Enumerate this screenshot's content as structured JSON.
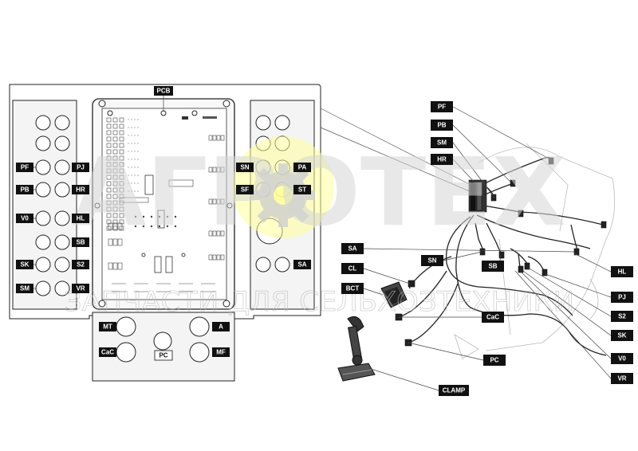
{
  "watermark": {
    "brand": "АГРОТЕХ",
    "subtitle": "ЗАПЧАСТИ ДЛЯ СЕЛЬХОЗТЕХНИКИ",
    "gear_color": "#ffff99"
  },
  "colors": {
    "line": "#222222",
    "tag_bg": "#111111",
    "tag_text": "#ffffff"
  },
  "labels": {
    "pcb": "PCB",
    "left_panel": [
      "PF",
      "PB",
      "V0",
      "SK",
      "SM"
    ],
    "left_panel_right": [
      "PJ",
      "HR",
      "HL",
      "SB",
      "S2",
      "VR"
    ],
    "right_panel_left": [
      "SN",
      "SF"
    ],
    "right_panel_right": [
      "PA",
      "ST",
      "SA"
    ],
    "bottom_panel": [
      "MT",
      "A",
      "PC",
      "CaC",
      "MF"
    ],
    "harness": [
      "PF",
      "PB",
      "SM",
      "HR",
      "SA",
      "SN",
      "SB",
      "CL",
      "BCT",
      "CaC",
      "PC",
      "CLAMP",
      "HL",
      "PJ",
      "S2",
      "SK",
      "V0",
      "VR"
    ]
  }
}
